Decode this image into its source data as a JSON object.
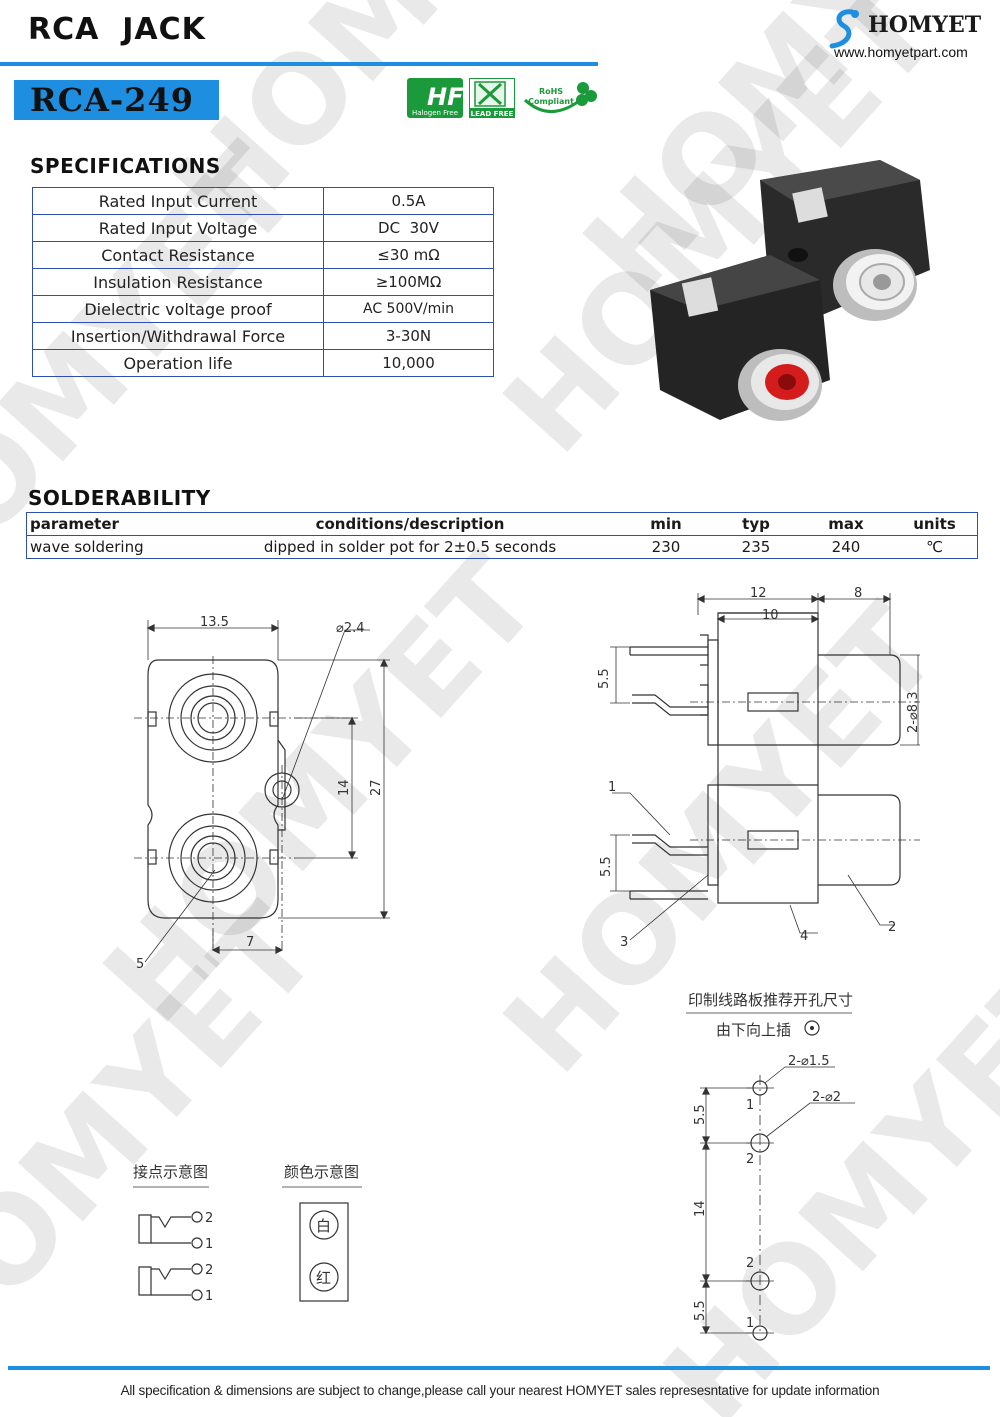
{
  "header": {
    "title": "RCA  JACK",
    "brand": "HOMYET",
    "url": "www.homyetpart.com",
    "model": "RCA-249",
    "watermark": "HOMYET"
  },
  "badges": {
    "halogen_free": "Halogen Free",
    "lead_free": "LEAD FREE",
    "rohs_line1": "RoHS",
    "rohs_line2": "Compliant"
  },
  "specifications": {
    "title": "SPECIFICATIONS",
    "rows": [
      {
        "label": "Rated Input Current",
        "value": "0.5A"
      },
      {
        "label": "Rated Input Voltage",
        "value": "DC  30V"
      },
      {
        "label": "Contact Resistance",
        "value": "≤30 mΩ"
      },
      {
        "label": "Insulation Resistance",
        "value": "≥100MΩ"
      },
      {
        "label": "Dielectric voltage proof",
        "value": "AC 500V/min"
      },
      {
        "label": "Insertion/Withdrawal Force",
        "value": "3-30N"
      },
      {
        "label": "Operation life",
        "value": "10,000"
      }
    ]
  },
  "solderability": {
    "title": "SOLDERABILITY",
    "headers": [
      "parameter",
      "conditions/description",
      "min",
      "typ",
      "max",
      "units"
    ],
    "rows": [
      [
        "wave soldering",
        "dipped in solder pot for 2±0.5 seconds",
        "230",
        "235",
        "240",
        "℃"
      ]
    ]
  },
  "front_view": {
    "dims": [
      "13.5",
      "⌀2.4",
      "14",
      "27",
      "7",
      "5"
    ]
  },
  "side_view": {
    "dims": [
      "12",
      "10",
      "8",
      "5.5",
      "2-⌀8.3",
      "1",
      "5.5",
      "3",
      "4",
      "2"
    ]
  },
  "pcb": {
    "title": "印制线路板推荐开孔尺寸",
    "subtitle": "由下向上插",
    "dims": [
      "2-⌀1.5",
      "2-⌀2",
      "5.5",
      "14",
      "5.5"
    ],
    "pins": [
      "1",
      "2",
      "2",
      "1"
    ]
  },
  "contact_diagram": {
    "title": "接点示意图",
    "pins": [
      "2",
      "1",
      "2",
      "1"
    ]
  },
  "color_diagram": {
    "title": "颜色示意图",
    "top": "白",
    "bottom": "红"
  },
  "footer": {
    "text": "All specification & dimensions are subject to change,please call your nearest HOMYET sales represesntative for update information"
  },
  "colors": {
    "accent": "#1e8fe0",
    "table_border": "#2e4fb0",
    "badge_green": "#1a9a3a",
    "jack_red": "#d41c1c"
  }
}
